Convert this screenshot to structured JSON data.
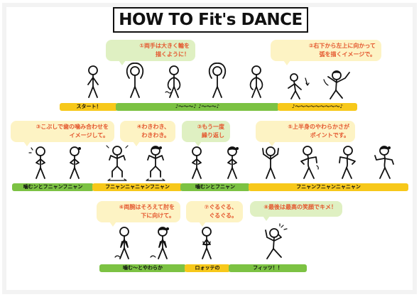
{
  "title": "HOW TO Fit's DANCE",
  "bubbles": [
    "①両手は大きく輪を\n描くように！",
    "②右下から左上に向かって\n弧を描くイメージで。",
    "③こぶしで歯の噛み合わせを\nイメージして。",
    "④わきわき、\nわきわき。",
    "③もう一度\n繰り返し",
    "⑤上半身のやわらかさが\nポイントです。",
    "⑥両腕はそろえて肘を\n下に向けて。",
    "⑦ぐるぐる、\nぐるぐる。",
    "⑧最後は最高の笑顔でキメ！"
  ],
  "bars": [
    "スタート！",
    "♪〜〜〜♪ ♪〜〜〜♪",
    "♪〜〜〜〜〜〜〜〜〜♪",
    "噛むンとフニャンフニャン",
    "フニャンニャニャンフニャン",
    "噛むンとフニャン",
    "フニャンフニャンニャニャン",
    "噛む〜とやわらか",
    "ロォッテの",
    "フィッツ！！"
  ],
  "colors": {
    "bubble_text": "#e4572e",
    "bubble_green": "#dff0c2",
    "bubble_yellow": "#fdf3c4",
    "bar_green": "#7cc243",
    "bar_yellow": "#f7c81a"
  },
  "figures": [
    "stick-figure-standing",
    "stick-figure-arms-circle-up",
    "stick-figure-arms-circle-down",
    "stick-figure-arms-circle-up",
    "stick-figure-arms-circle-down",
    "stick-figure-arc-low",
    "stick-figure-arc-high",
    "stick-figure-fists-chest",
    "stick-figure-girl-fists-chest",
    "stick-figure-wakiwaki",
    "stick-figure-wakiwaki-girl",
    "stick-figure-fists-chest",
    "stick-figure-girl-fists-chest",
    "stick-figure-arms-raised",
    "stick-figure-sway-left",
    "stick-figure-sway-right",
    "stick-figure-sway-girl",
    "stick-figure-elbows-down",
    "stick-figure-elbows-down-girl",
    "stick-figure-rolling-hands",
    "stick-figure-finish-pose"
  ]
}
